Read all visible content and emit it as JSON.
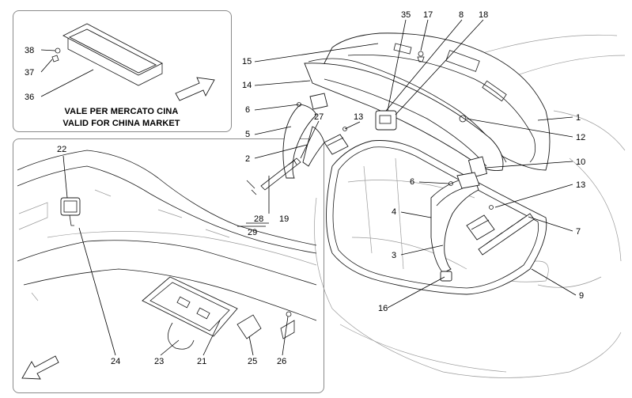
{
  "notes": {
    "line1": "VALE PER MERCATO CINA",
    "line2": "VALID FOR CHINA MARKET"
  },
  "part_numbers": [
    "1",
    "2",
    "3",
    "4",
    "5",
    "6",
    "6",
    "7",
    "8",
    "9",
    "10",
    "12",
    "13",
    "13",
    "14",
    "15",
    "16",
    "17",
    "18",
    "19",
    "21",
    "22",
    "23",
    "24",
    "25",
    "26",
    "27",
    "28",
    "29",
    "35",
    "36",
    "37",
    "38"
  ],
  "icons": {
    "direction_arrow_top": "arrow-up-right-icon",
    "direction_arrow_bottom": "arrow-down-left-icon"
  },
  "colors": {
    "line": "#000000",
    "outline": "#1a1a1a",
    "background_lines": "#9a9a9a",
    "inset_border": "#8a8a8a"
  }
}
